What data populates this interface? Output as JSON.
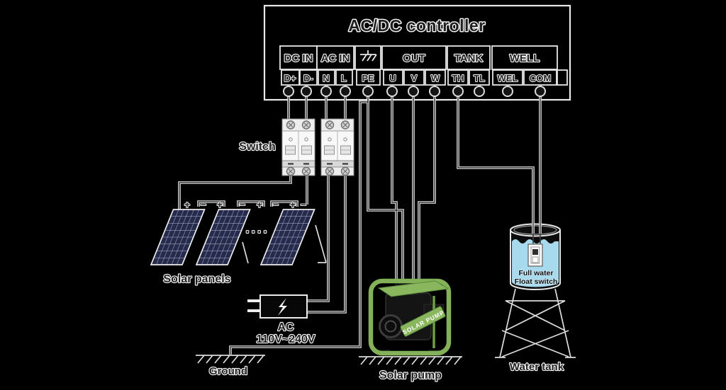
{
  "controller": {
    "title": "AC/DC controller",
    "groups": {
      "dc_in": "DC IN",
      "ac_in": "AC IN",
      "out": "OUT",
      "tank": "TANK",
      "well": "WELL"
    },
    "terminals": [
      "D+",
      "D-",
      "N",
      "L",
      "PE",
      "U",
      "V",
      "W",
      "TH",
      "TL",
      "WEL",
      "COM"
    ]
  },
  "labels": {
    "switch": "Switch",
    "solar_panels": "Solar panels",
    "ac_line1": "AC",
    "ac_line2": "110V~240V",
    "ground": "Ground",
    "solar_pump": "Solar pump",
    "water_tank": "Water tank",
    "float_line1": "Full water",
    "float_line2": "Float switch",
    "pump_brand": "SOLAR PUMP",
    "panel_dots": "····"
  },
  "panel_marks": [
    "+",
    "−",
    "+",
    "−",
    "+",
    "−",
    "+",
    "−"
  ],
  "colors": {
    "background": "#000000",
    "line": "#ececec",
    "wire_core": "#141414",
    "panel_cell": "#262b4d",
    "pump_green": "#82b158",
    "water": "#a8daee",
    "text": "#1f1f1f",
    "text_halo": "#fafafa"
  }
}
